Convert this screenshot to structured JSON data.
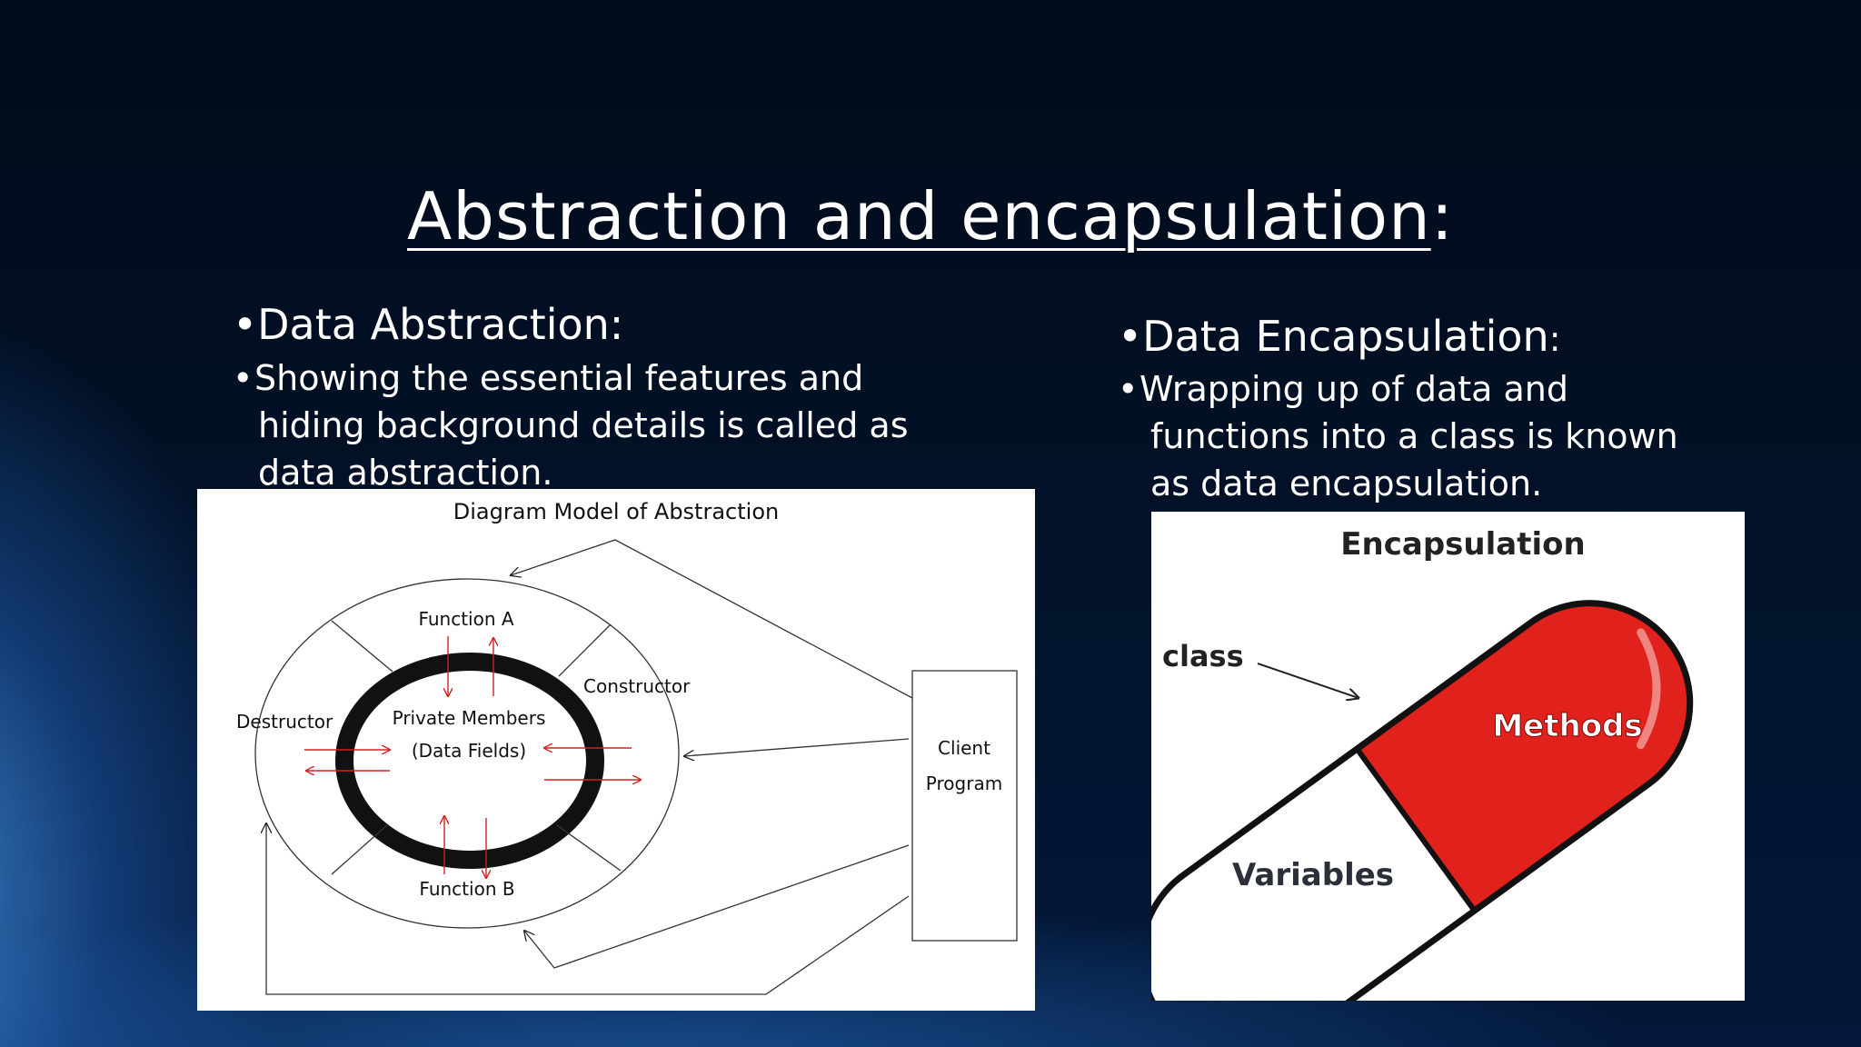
{
  "slide": {
    "title_main": "Abstraction and encapsulation",
    "title_colon": ":",
    "bullet": "•",
    "left": {
      "heading": "Data Abstraction:",
      "text_lines": [
        "Showing the essential  features and",
        "hiding background details is called as",
        "data abstraction."
      ]
    },
    "right": {
      "heading": "Data Encapsulation",
      "heading_colon": ":",
      "text_lines": [
        "Wrapping up of data and",
        "functions into a class is known",
        "as data encapsulation."
      ]
    }
  },
  "abstraction_diagram": {
    "title": "Diagram Model of Abstraction",
    "function_a": "Function A",
    "function_b": "Function B",
    "constructor": "Constructor",
    "destructor": "Destructor",
    "private_members": "Private Members",
    "data_fields": "(Data Fields)",
    "client": "Client",
    "program": "Program",
    "arrow_color": "#d62020"
  },
  "encapsulation_diagram": {
    "title": "Encapsulation",
    "class_label": "class",
    "methods_label": "Methods",
    "variables_label": "Variables",
    "capsule_color": "#e0211c"
  }
}
